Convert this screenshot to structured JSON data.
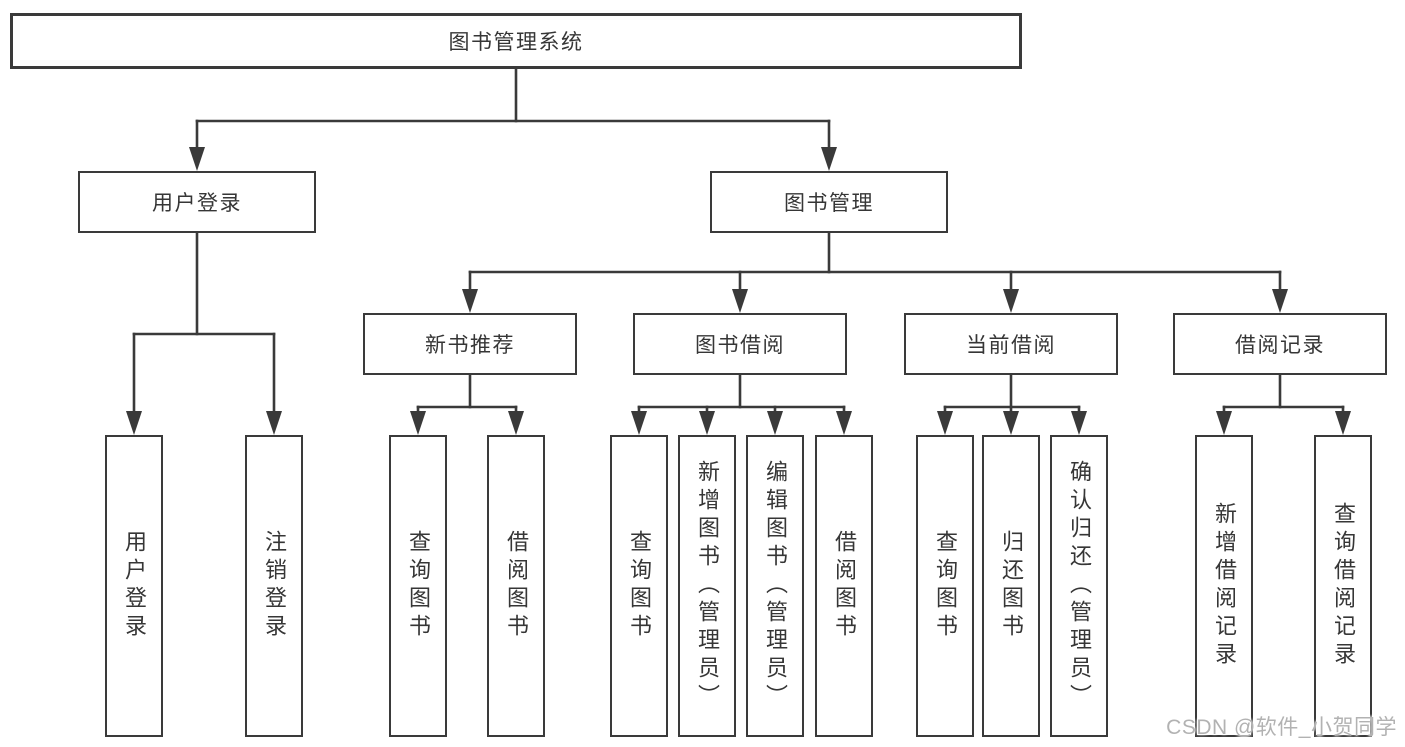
{
  "colors": {
    "line": "#3a3a3a",
    "text": "#363636",
    "background": "#ffffff",
    "watermark": "#b2b2b2"
  },
  "watermark": {
    "text": "CSDN @软件_小贺同学"
  },
  "tree": {
    "label": "图书管理系统",
    "children": [
      {
        "label": "用户登录",
        "children": [
          {
            "label": "用户登录"
          },
          {
            "label": "注销登录"
          }
        ]
      },
      {
        "label": "图书管理",
        "children": [
          {
            "label": "新书推荐",
            "children": [
              {
                "label": "查询图书"
              },
              {
                "label": "借阅图书"
              }
            ]
          },
          {
            "label": "图书借阅",
            "children": [
              {
                "label": "查询图书"
              },
              {
                "label": "新增图书（管理员）"
              },
              {
                "label": "编辑图书（管理员）"
              },
              {
                "label": "借阅图书"
              }
            ]
          },
          {
            "label": "当前借阅",
            "children": [
              {
                "label": "查询图书"
              },
              {
                "label": "归还图书"
              },
              {
                "label": "确认归还（管理员）"
              }
            ]
          },
          {
            "label": "借阅记录",
            "children": [
              {
                "label": "新增借阅记录"
              },
              {
                "label": "查询借阅记录"
              }
            ]
          }
        ]
      }
    ]
  }
}
